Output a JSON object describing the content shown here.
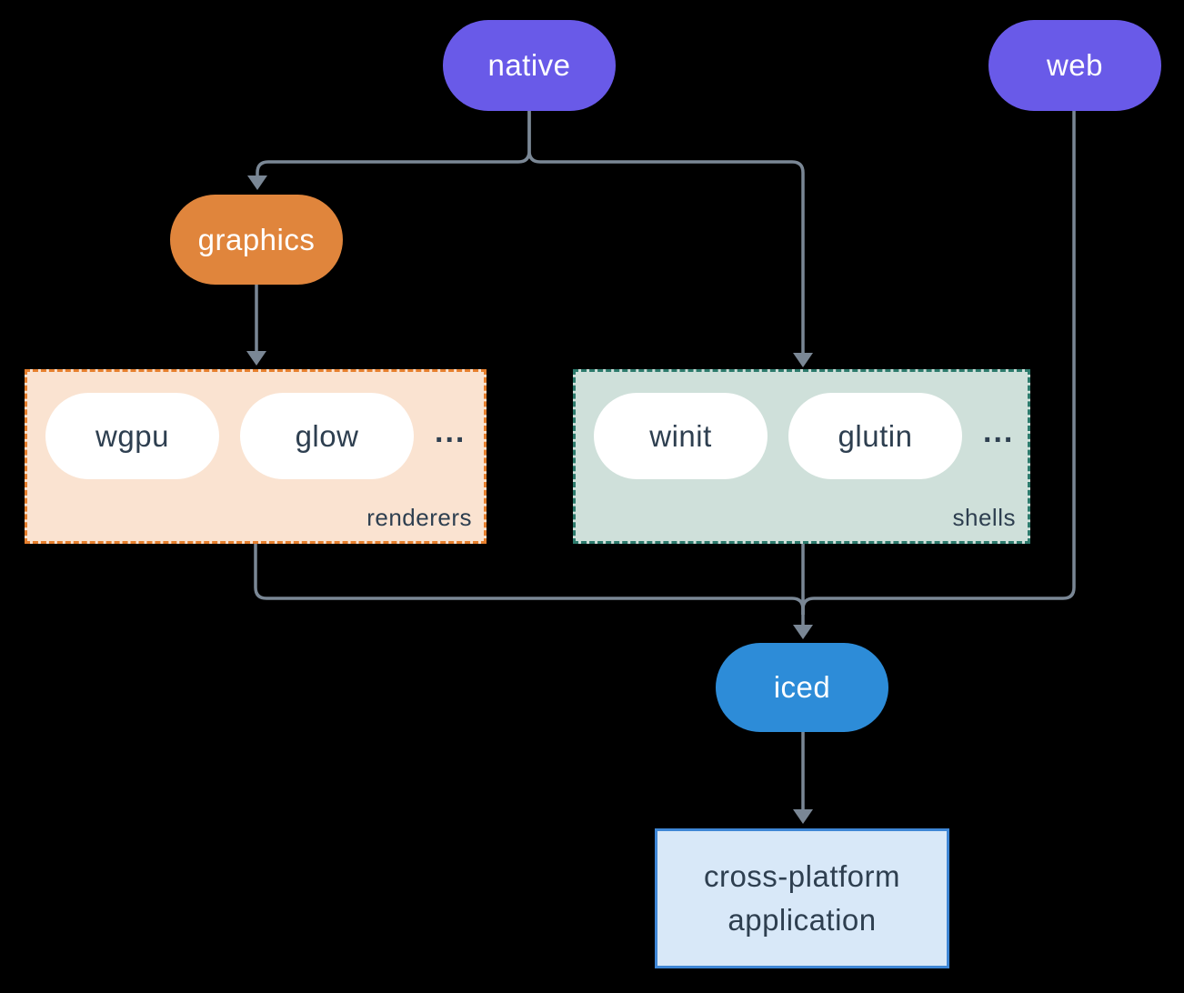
{
  "colors": {
    "bg": "#000000",
    "purple": "#695ae8",
    "orange": "#e0853c",
    "blue": "#2d8cd8",
    "peach-bg": "#fae3d1",
    "peach-border": "#e67f2d",
    "teal-bg": "#cfe0da",
    "teal-border": "#2c7a6c",
    "pill-white": "#ffffff",
    "app-bg": "#d8e8f8",
    "app-border": "#3e86d5",
    "text-dark": "#2e3f50",
    "text-light": "#ffffff",
    "line": "#7a8795"
  },
  "nodes": {
    "native": "native",
    "web": "web",
    "graphics": "graphics",
    "iced": "iced",
    "application": "cross-platform application"
  },
  "groups": {
    "renderers": {
      "label": "renderers",
      "items": [
        "wgpu",
        "glow"
      ],
      "more": "..."
    },
    "shells": {
      "label": "shells",
      "items": [
        "winit",
        "glutin"
      ],
      "more": "..."
    }
  }
}
